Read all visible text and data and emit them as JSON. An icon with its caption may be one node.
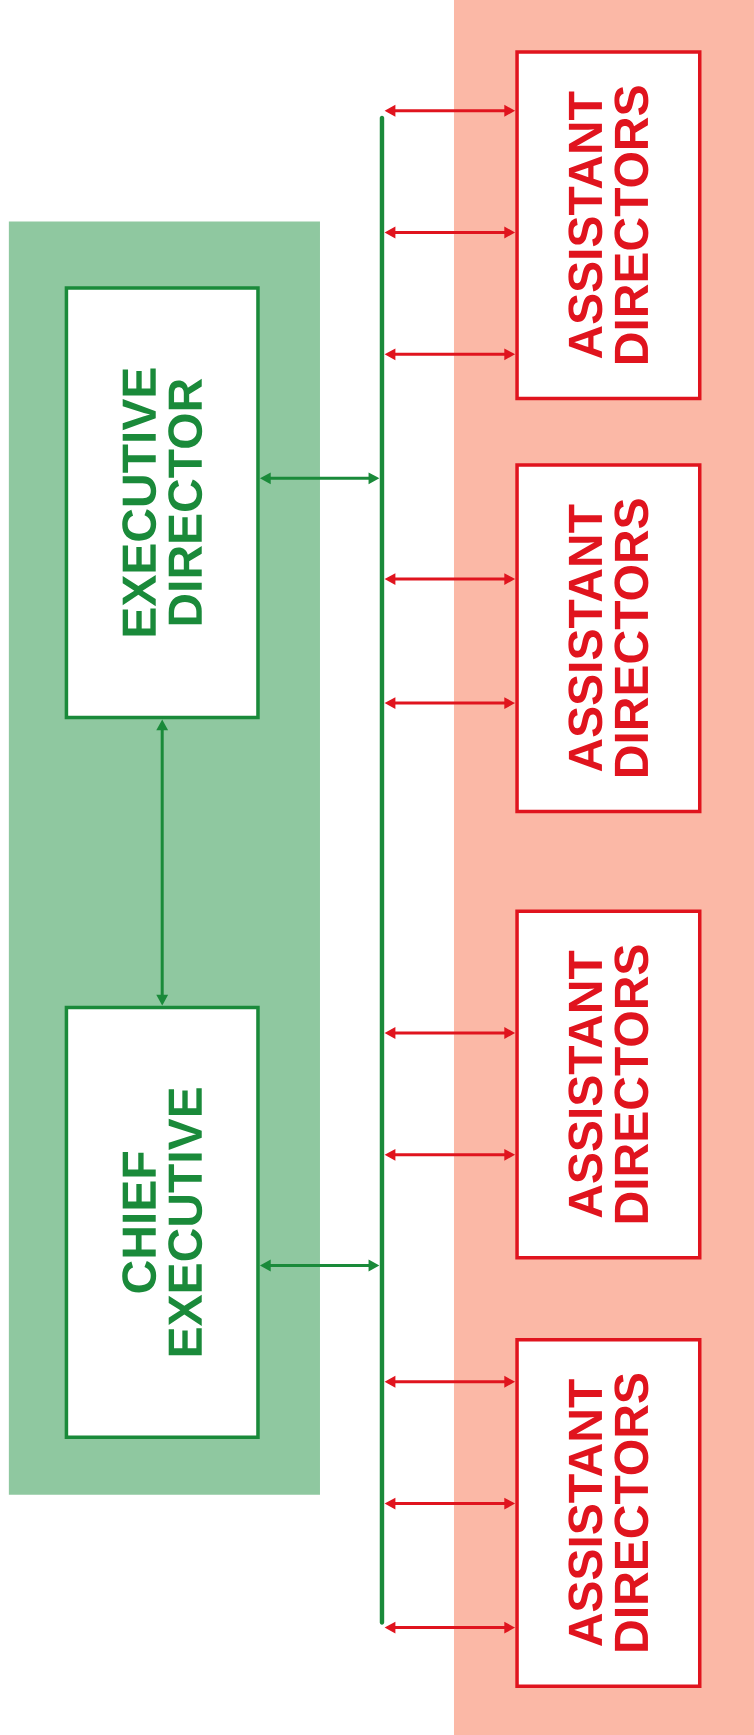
{
  "diagram": {
    "nodes": [
      {
        "text": [],
        "shape": "box"
      },
      {
        "text": [
          "EXECUTIVE DIRECTOR"
        ],
        "in": 0
      },
      {
        "text": [
          "CHIEF EXECUTIVE"
        ],
        "in": 0
      },
      {
        "text": [],
        "shape": "bar"
      },
      {
        "text": [],
        "shape": "box"
      },
      {
        "text": [
          "ASSISTANT DIRECTORS"
        ],
        "in": 4
      },
      {
        "text": [
          "ASSISTANT DIRECTORS"
        ],
        "in": 4
      },
      {
        "text": [
          "ASSISTANT DIRECTORS"
        ],
        "in": 4
      },
      {
        "text": [
          "ASSISTANT DIRECTORS"
        ],
        "in": 4
      }
    ],
    "edges": [
      {
        "from": 1,
        "to": 2,
        "arrow": "both",
        "color": "#1a8a3a"
      },
      {
        "from": 1,
        "to": 3,
        "arrow": "both",
        "color": "#1a8a3a"
      },
      {
        "from": 2,
        "to": 3,
        "arrow": "both",
        "color": "#1a8a3a"
      },
      {
        "from": 3,
        "to": 5,
        "arrow": "both",
        "color": "#e0141e"
      },
      {
        "from": 3,
        "to": 5,
        "arrow": "both",
        "color": "#e0141e"
      },
      {
        "from": 3,
        "to": 5,
        "arrow": "both",
        "color": "#e0141e"
      },
      {
        "from": 3,
        "to": 6,
        "arrow": "both",
        "color": "#e0141e"
      },
      {
        "from": 3,
        "to": 6,
        "arrow": "both",
        "color": "#e0141e"
      },
      {
        "from": 3,
        "to": 7,
        "arrow": "both",
        "color": "#e0141e"
      },
      {
        "from": 3,
        "to": 7,
        "arrow": "both",
        "color": "#e0141e"
      },
      {
        "from": 3,
        "to": 8,
        "arrow": "both",
        "color": "#e0141e"
      },
      {
        "from": 3,
        "to": 8,
        "arrow": "both",
        "color": "#e0141e"
      },
      {
        "from": 3,
        "to": 8,
        "arrow": "both",
        "color": "#e0141e"
      }
    ]
  }
}
